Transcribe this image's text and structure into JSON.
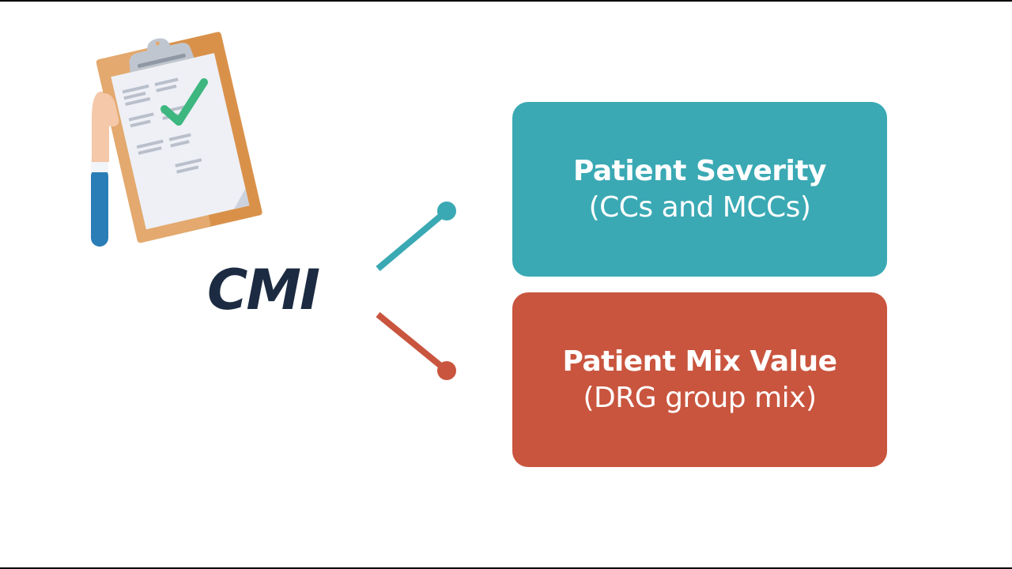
{
  "diagram": {
    "center_label": "CMI",
    "branches": [
      {
        "title": "Patient Severity",
        "subtitle": "(CCs and MCCs)",
        "color": "#3aa9b4"
      },
      {
        "title": "Patient Mix Value",
        "subtitle": "(DRG group mix)",
        "color": "#c9553e"
      }
    ]
  },
  "colors": {
    "background": "#ffffff",
    "center_label": "#1c2b41",
    "checkmark": "#3db77f",
    "clipboard_board": "#d9914a",
    "sleeve": "#2a7db6"
  },
  "icons": [
    "clipboard-icon",
    "checkmark-icon",
    "hand-icon"
  ]
}
